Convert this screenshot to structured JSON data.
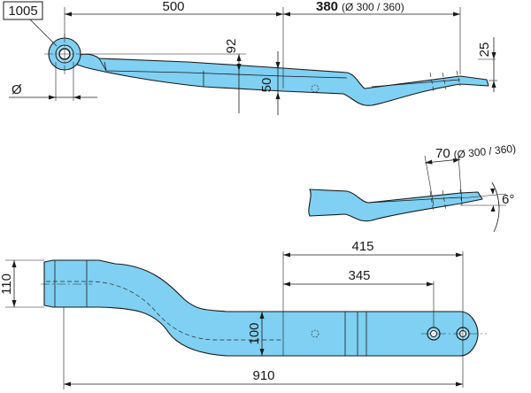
{
  "part_number": "1005",
  "top_view": {
    "length_main": "500",
    "length_end_value": "380",
    "length_end_note": "(Ø  300  /  360)",
    "thickness": "50",
    "height_offset": "92",
    "tip_height": "25",
    "diameter_symbol": "Ø"
  },
  "detail_view": {
    "length_value": "70",
    "length_note": "(Ø  300  /  360)",
    "angle": "6°"
  },
  "plan_view": {
    "width_head": "110",
    "width_body": "100",
    "length_total": "910",
    "length_to_hole_2": "415",
    "length_to_hole_1": "345"
  }
}
